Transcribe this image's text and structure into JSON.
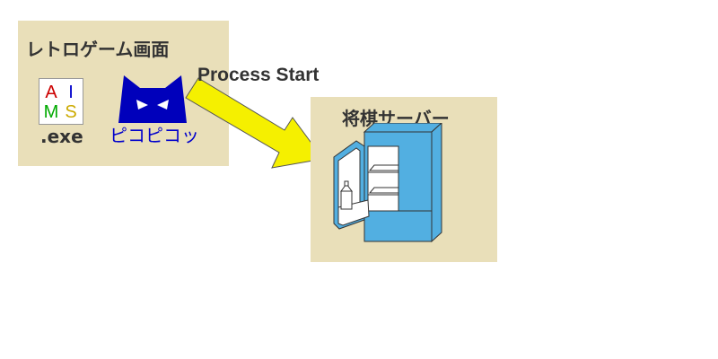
{
  "left_panel": {
    "title": "レトロゲーム画面",
    "app_icon": {
      "name": "aims-app-icon",
      "letters": [
        "A",
        "I",
        "M",
        "S"
      ],
      "letter_colors": [
        "#cc0000",
        "#0000cc",
        "#00aa00",
        "#ccaa00"
      ]
    },
    "app_extension": ".exe",
    "cat_icon": "cat-face-icon",
    "cat_label": "ピコピコッ"
  },
  "arrow": {
    "label": "Process Start",
    "color": "#f5f000",
    "icon": "right-down-arrow-icon"
  },
  "right_panel": {
    "title": "将棋サーバー",
    "icon": "refrigerator-icon"
  },
  "colors": {
    "panel_background": "#e9dfb9",
    "heading_text": "#333333",
    "cat_icon": "#0000bb",
    "cat_label": "#0000cc",
    "fridge_body": "#52afe1"
  }
}
